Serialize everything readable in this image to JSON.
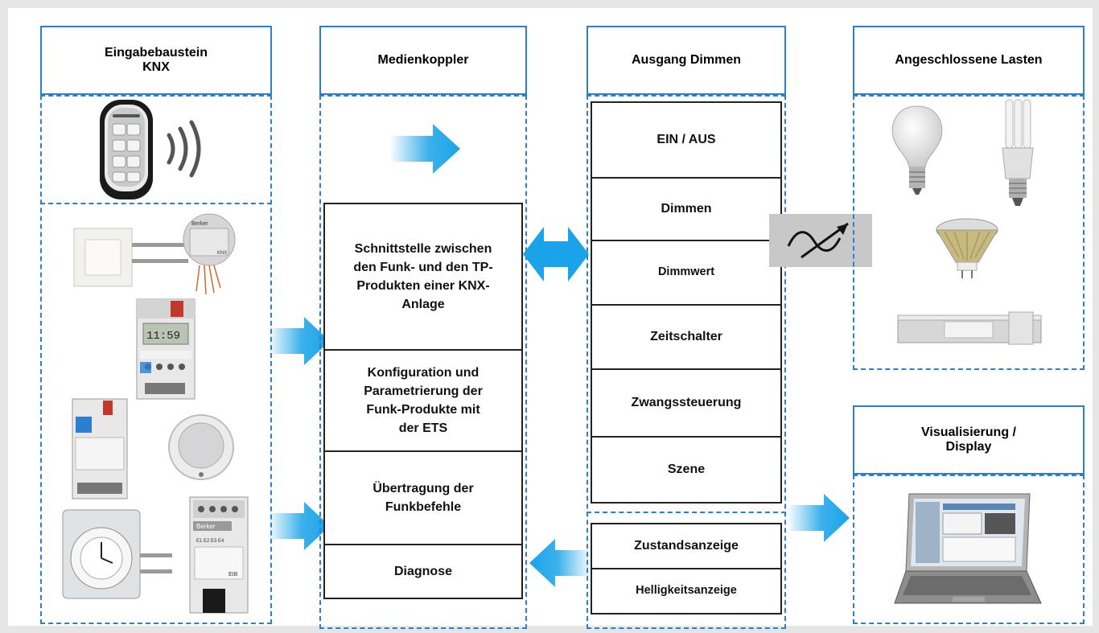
{
  "columns": {
    "input": {
      "title_lines": [
        "Eingabebaustein",
        "KNX"
      ]
    },
    "coupler": {
      "title": "Medienkoppler"
    },
    "output": {
      "title": "Ausgang Dimmen"
    },
    "loads": {
      "title": "Angeschlossene Lasten"
    },
    "visual": {
      "title_lines": [
        "Visualisierung /",
        "Display"
      ]
    }
  },
  "coupler_functions": [
    {
      "lines": [
        "Schnittstelle zwischen",
        "den Funk- und den TP-",
        "Produkten einer KNX-",
        "Anlage"
      ]
    },
    {
      "lines": [
        "Konfiguration und",
        "Parametrierung der",
        "Funk-Produkte mit",
        "der ETS"
      ]
    },
    {
      "lines": [
        "Übertragung der",
        "Funkbefehle"
      ]
    },
    {
      "lines": [
        "Diagnose"
      ]
    }
  ],
  "output_functions": [
    "EIN / AUS",
    "Dimmen",
    "Dimmwert",
    "Zeitschalter",
    "Zwangssteuerung",
    "Szene"
  ],
  "status_functions": [
    "Zustandsanzeige",
    "Helligkeitsanzeige"
  ],
  "device_labels": {
    "brand": "Berker",
    "knx": "KNX",
    "clock_digits": "11:59",
    "eib": "EIB",
    "actuator_channels": "E1  E2  E3  E4"
  },
  "colors": {
    "accent_blue": "#2b7fd0",
    "arrow_blue": "#1aa3e8",
    "background": "#e6e6e6",
    "dimmer_symbol_bg": "#c8c8c8"
  }
}
